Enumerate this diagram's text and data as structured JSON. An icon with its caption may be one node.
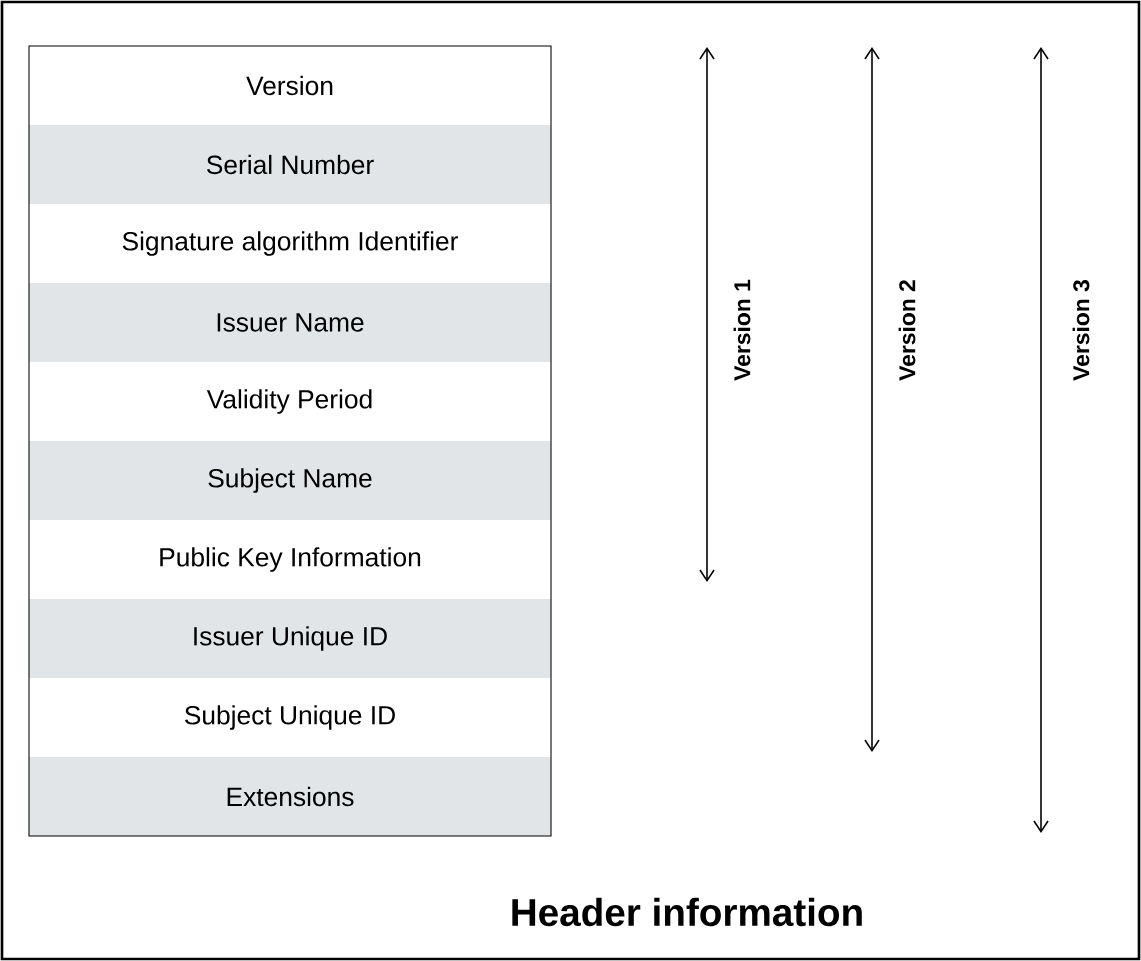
{
  "diagram": {
    "title": "Header information",
    "nodes": [
      {
        "text": [
          "Version"
        ]
      },
      {
        "text": [
          "Serial Number"
        ]
      },
      {
        "text": [
          "Signature algorithm Identifier"
        ]
      },
      {
        "text": [
          "Issuer Name"
        ]
      },
      {
        "text": [
          "Validity Period"
        ]
      },
      {
        "text": [
          "Subject Name"
        ]
      },
      {
        "text": [
          "Public Key Information"
        ]
      },
      {
        "text": [
          "Issuer Unique ID"
        ]
      },
      {
        "text": [
          "Subject Unique ID"
        ]
      },
      {
        "text": [
          "Extensions"
        ]
      }
    ],
    "labels": [
      "Version 1",
      "Version 2",
      "Version 3"
    ]
  }
}
